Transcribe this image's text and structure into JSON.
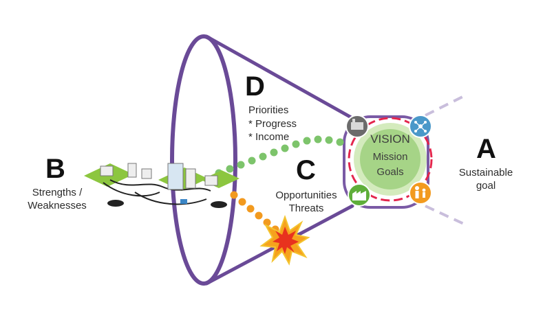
{
  "colors": {
    "funnel": "#6a4a97",
    "funnel_light": "#9b86bd",
    "dots_green": "#7dc46b",
    "dots_orange": "#f29a1f",
    "circle_outer": "#d4ebbd",
    "circle_inner": "#a6d487",
    "dashed_ring": "#e3264d",
    "city_green": "#8cc63f"
  },
  "labels": {
    "a_letter": "A",
    "a_text_1": "Sustainable",
    "a_text_2": "goal",
    "b_letter": "B",
    "b_text_1": "Strengths /",
    "b_text_2": "Weaknesses",
    "c_letter": "C",
    "c_text_1": "Opportunities",
    "c_text_2": "Threats",
    "d_letter": "D",
    "d_title": "Priorities",
    "d_item_1": "* Progress",
    "d_item_2": "* Income",
    "vision": "VISION",
    "mission": "Mission",
    "goals": "Goals"
  },
  "icons": [
    "factory-icon",
    "network-icon",
    "industry-icon",
    "family-icon",
    "explosion-icon",
    "city-icon"
  ]
}
